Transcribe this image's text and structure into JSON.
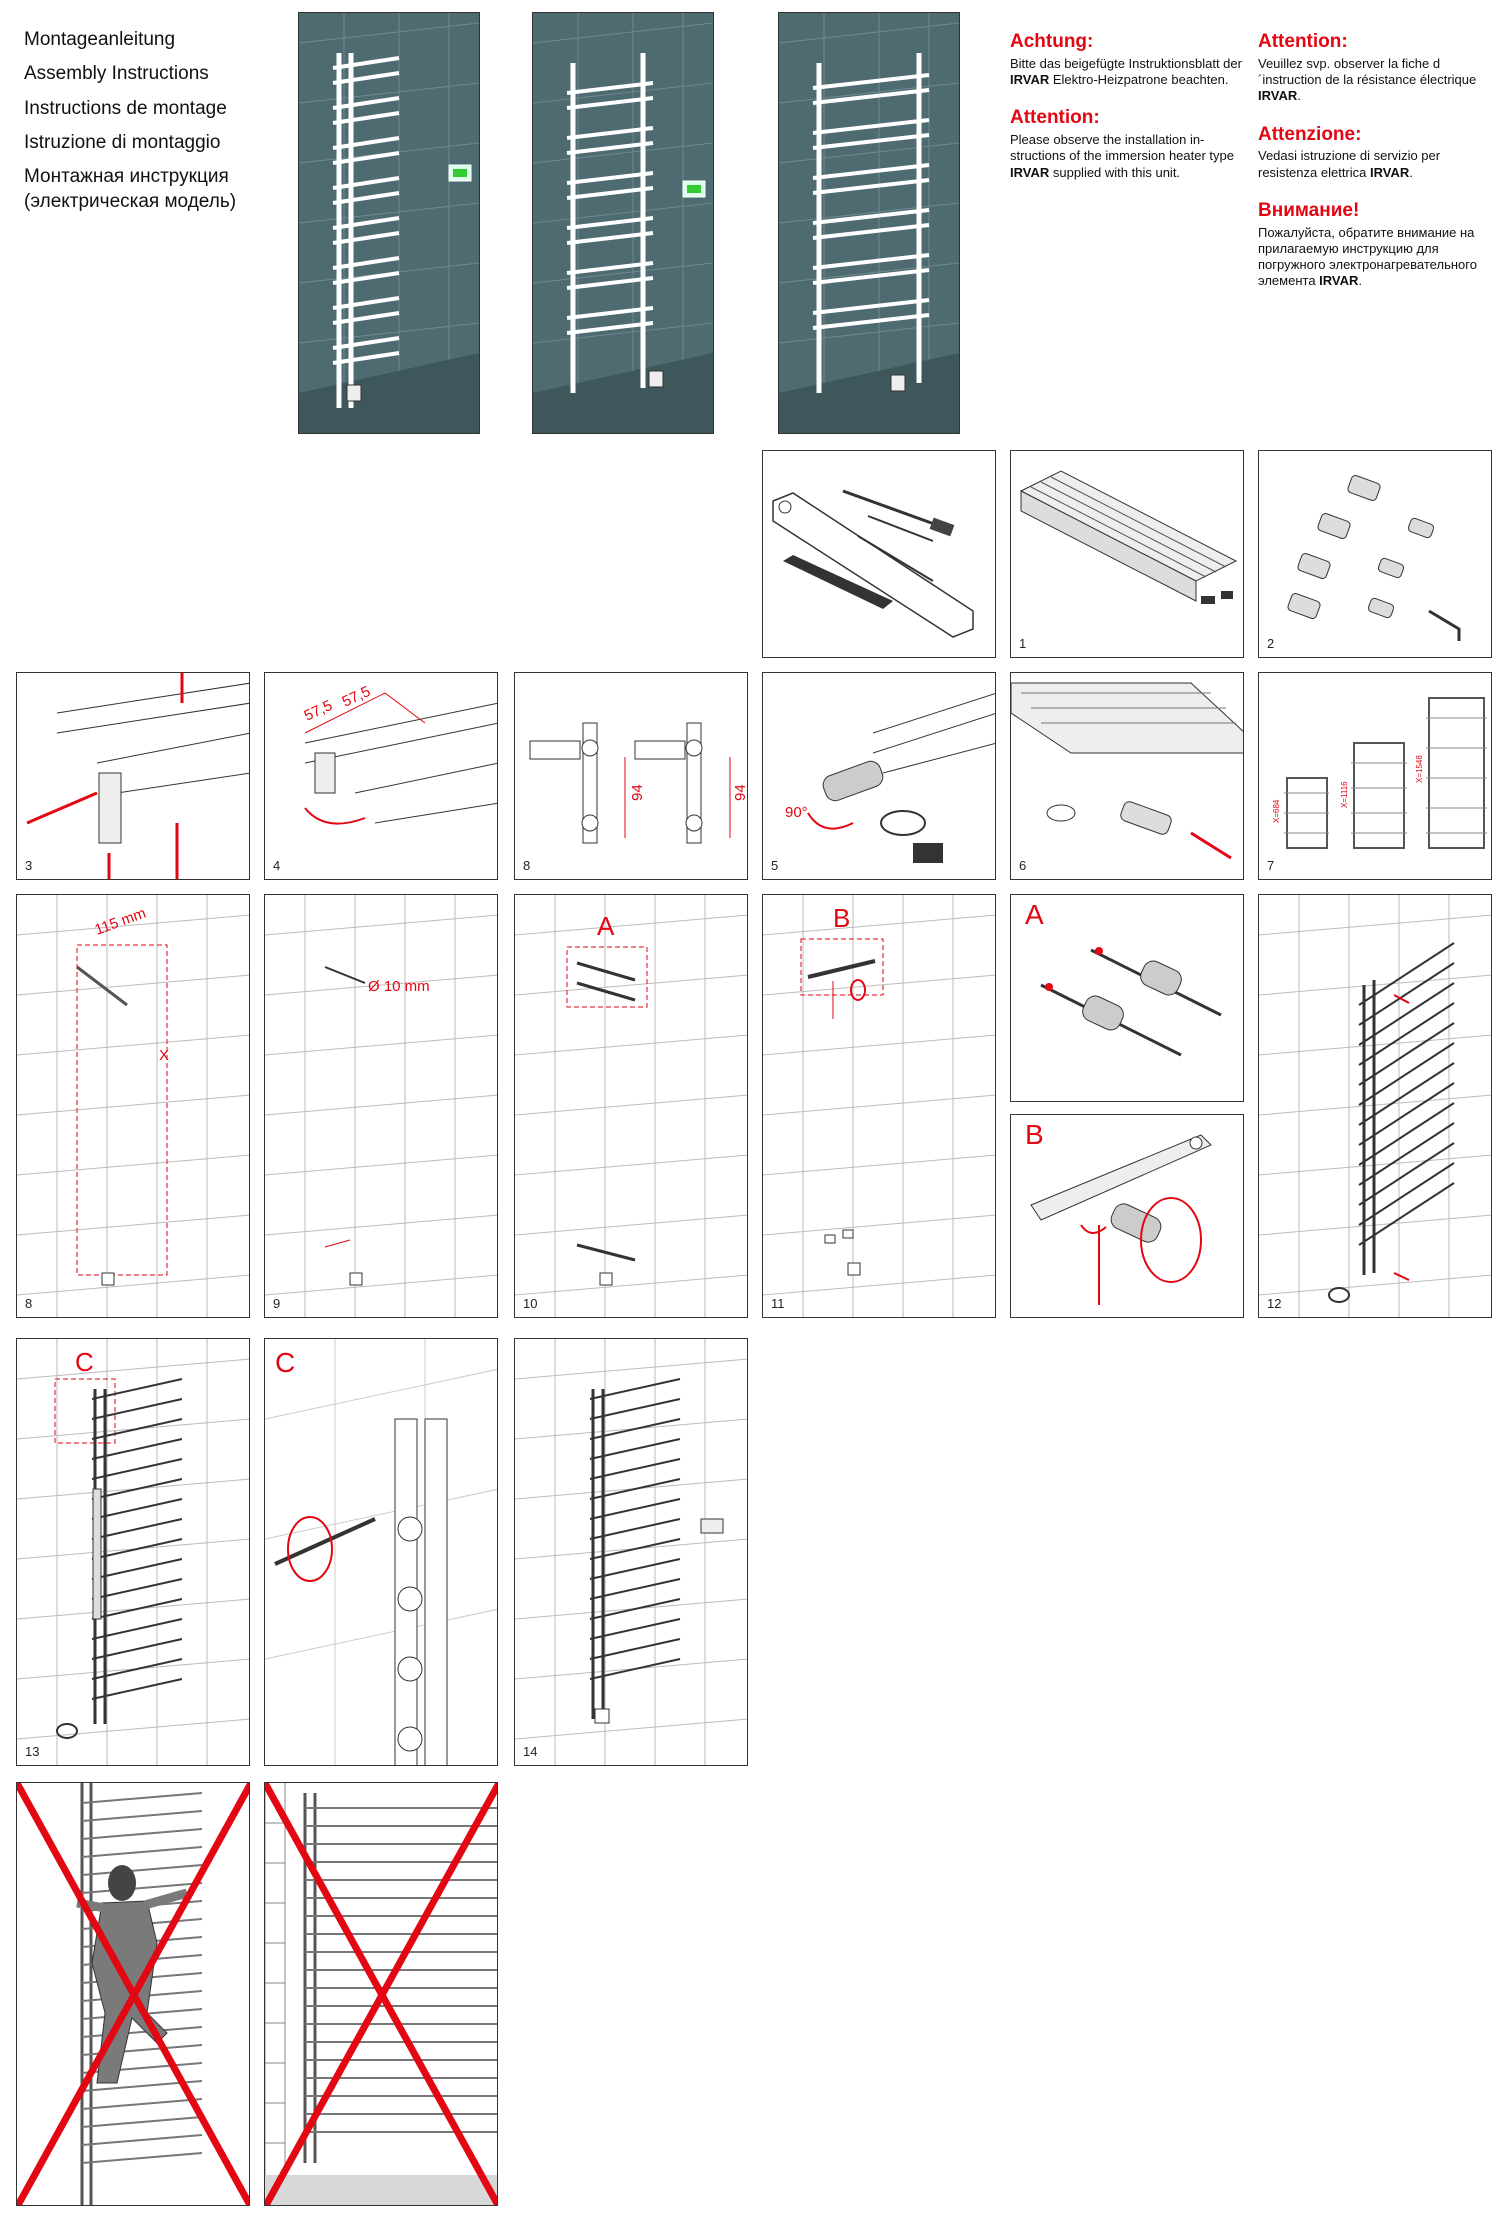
{
  "titles": {
    "de": "Montageanleitung",
    "en": "Assembly Instructions",
    "fr": "Instructions de montage",
    "it": "Istruzione di montaggio",
    "ru1": "Монтажная инструкция",
    "ru2": "(электрическая модель)"
  },
  "warnings": {
    "de": {
      "heading": "Achtung:",
      "pre": "Bitte das beigefügte Instruktionsblatt der ",
      "brand": "IRVAR",
      "post": " Elektro-Heizpatrone beachten."
    },
    "en": {
      "heading": "Attention:",
      "pre": "Please observe the installation in-structions of the immersion heater type ",
      "brand": "IRVAR",
      "post": " supplied with this unit."
    },
    "fr": {
      "heading": "Attention:",
      "pre": "Veuillez svp. observer la fiche d´instruction de la résistance électrique ",
      "brand": "IRVAR",
      "post": "."
    },
    "it": {
      "heading": "Attenzione:",
      "pre": "Vedasi istruzione di servizio per resistenza elettrica ",
      "brand": "IRVAR",
      "post": "."
    },
    "ru": {
      "heading": "Внимание!",
      "pre": "Пожалуйста, обратите внимание на прилагаемую инструкцию для погружного электронагревательного элемента ",
      "brand": "IRVAR",
      "post": "."
    }
  },
  "steps": {
    "s1": "1",
    "s2": "2",
    "s3": "3",
    "s4": "4",
    "s8a": "8",
    "s5": "5",
    "s6": "6",
    "s7": "7",
    "s8b": "8",
    "s9": "9",
    "s10": "10",
    "s11": "11",
    "s12": "12",
    "s13": "13",
    "s14": "14"
  },
  "labels": {
    "dim_57_1": "57,5",
    "dim_57_2": "57,5",
    "dim_94_a": "94",
    "dim_94_b": "94",
    "angle_90": "90°",
    "dim_115": "115 mm",
    "dim_x": "X",
    "drill": "Ø 10 mm",
    "letter_a": "A",
    "letter_b": "B",
    "letter_c": "C",
    "x_small": "X=684",
    "x_mid": "X=1116",
    "x_large": "X=1548"
  },
  "colors": {
    "accent": "#e30613",
    "hero_bg": "#4d6b70",
    "line": "#333333"
  }
}
